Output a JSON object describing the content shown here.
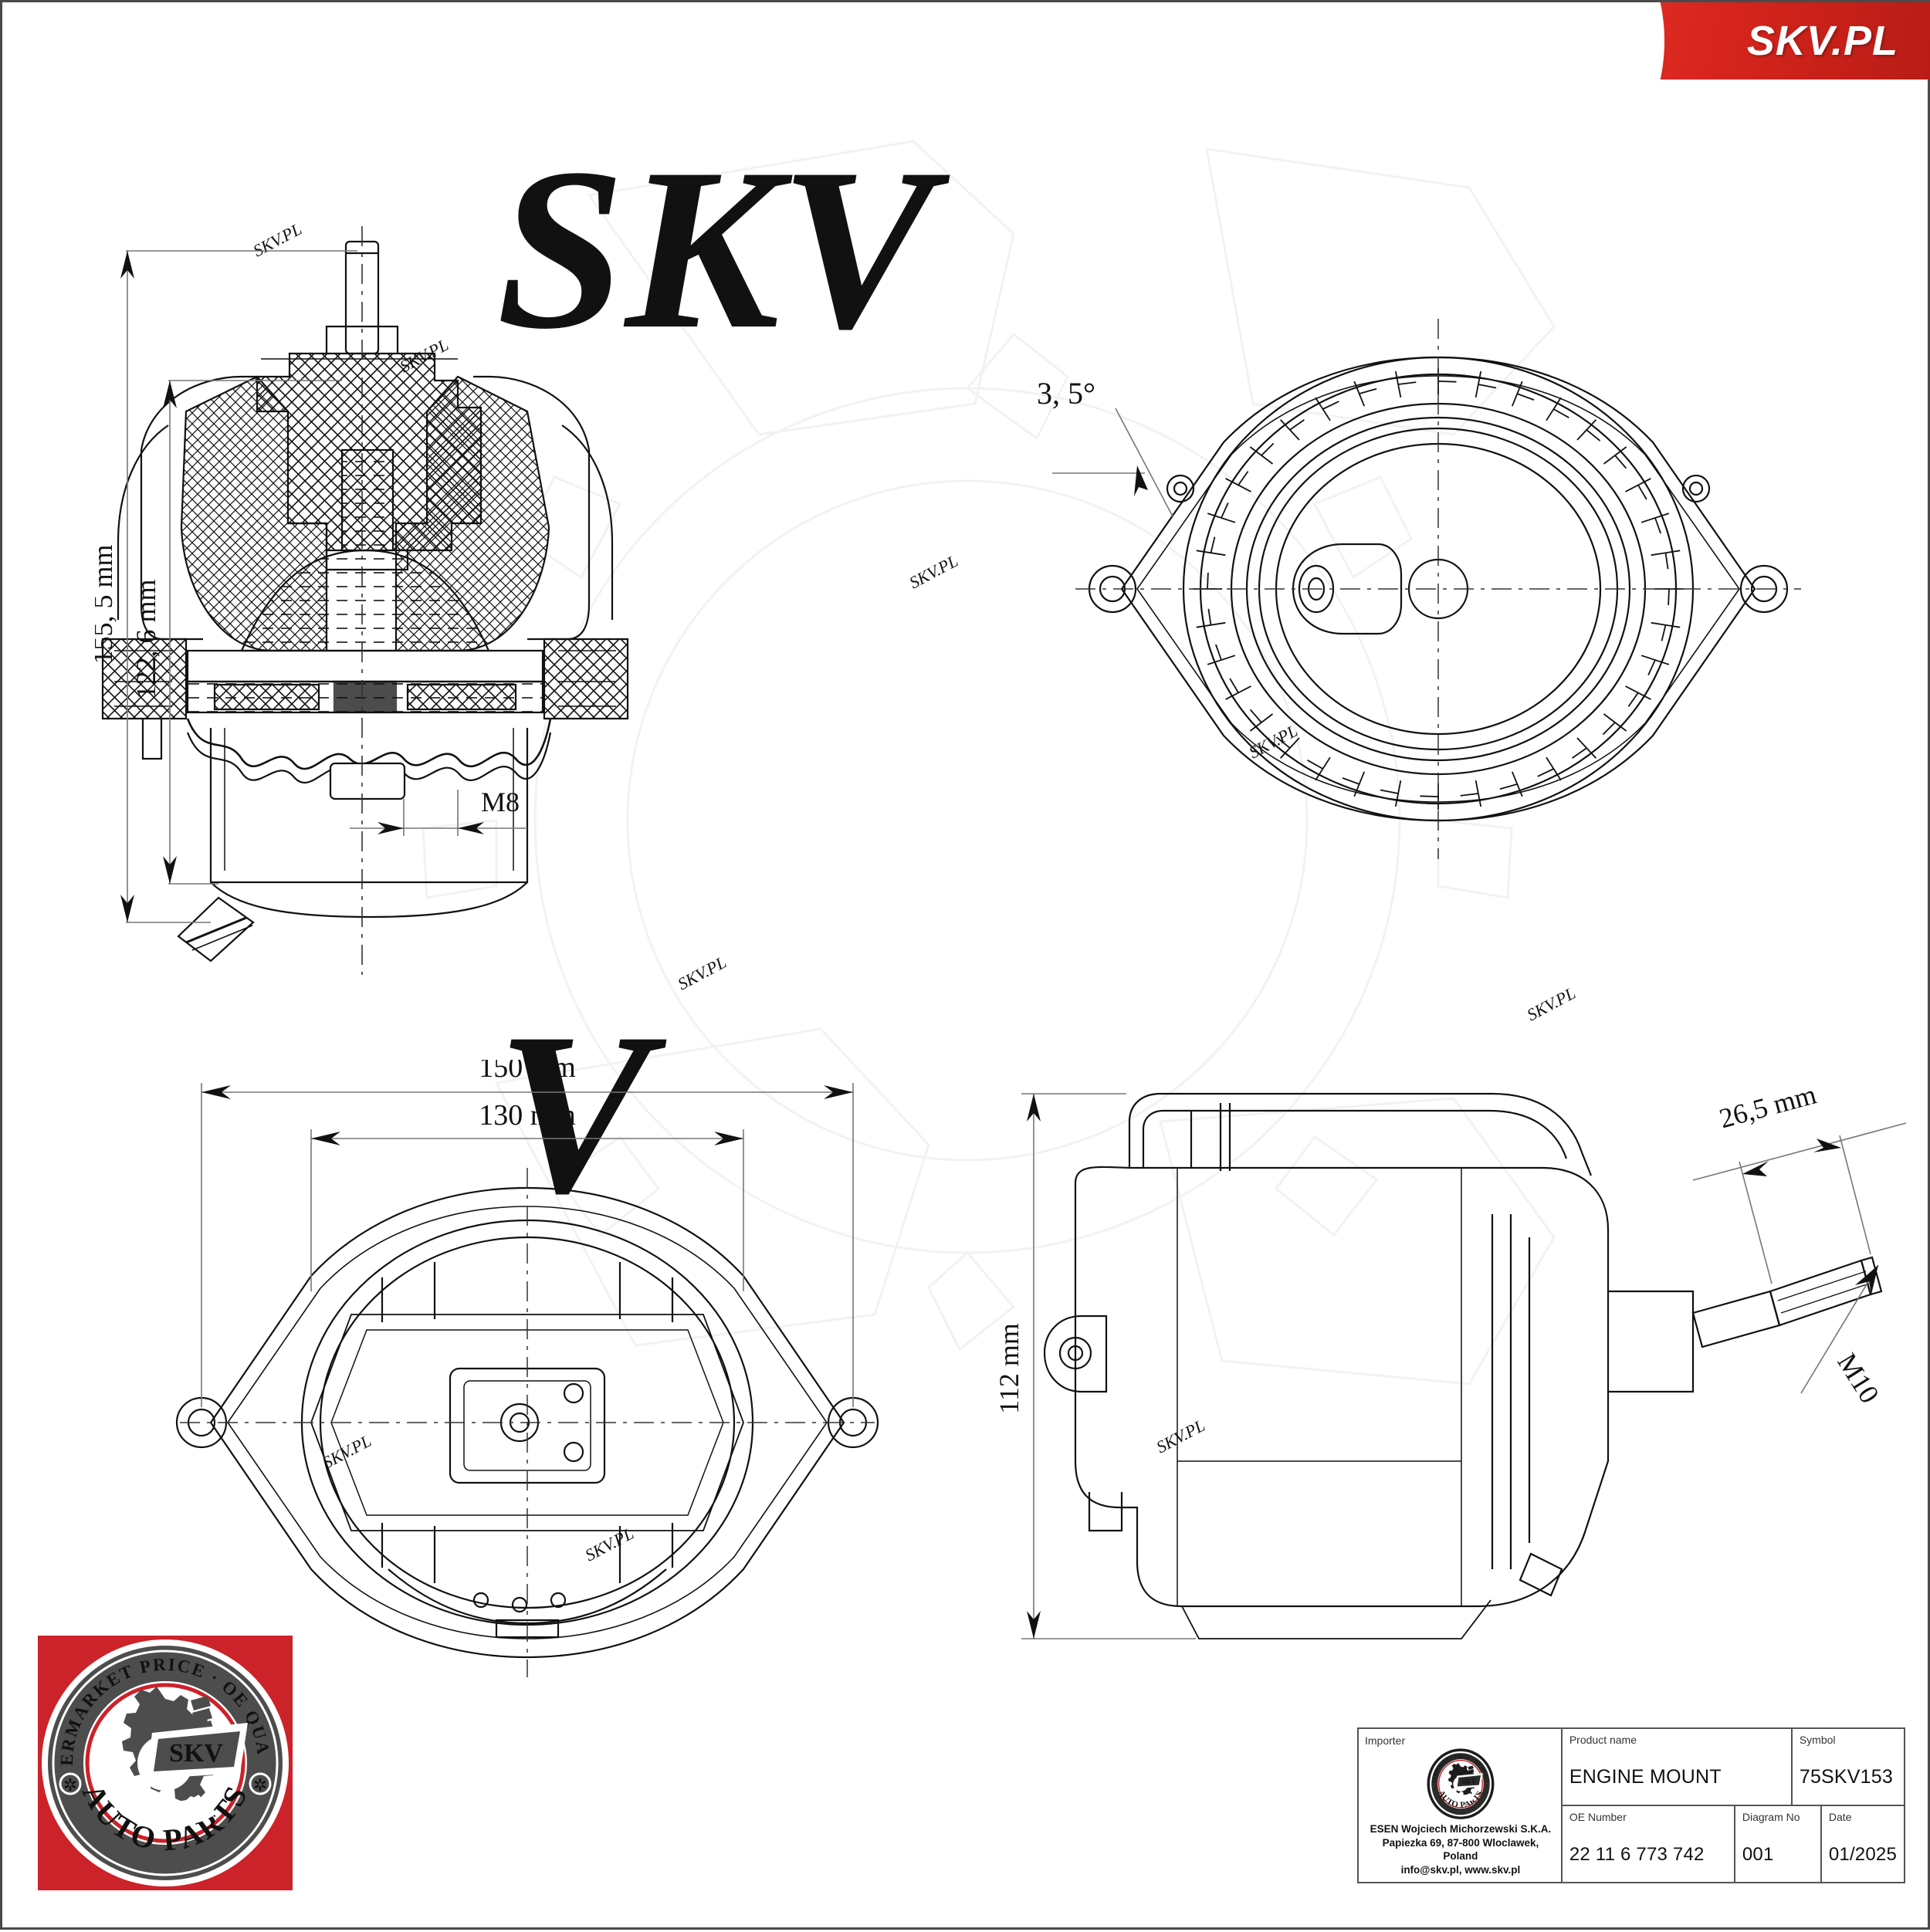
{
  "header": {
    "brand": "SKV.PL",
    "brand_color": "#d8251d"
  },
  "drawing": {
    "views": [
      {
        "name": "front-section-view",
        "position": "top-left"
      },
      {
        "name": "top-plan-view",
        "position": "top-right"
      },
      {
        "name": "bottom-plan-view",
        "position": "bottom-left"
      },
      {
        "name": "side-view",
        "position": "bottom-right"
      }
    ],
    "dimensions": {
      "overall_height": "155, 5 mm",
      "body_height": "122, 6 mm",
      "bolt_thread_lower": "M8",
      "angle": "3, 5°",
      "overall_width": "150 mm",
      "inner_width": "130 mm",
      "side_height": "112 mm",
      "stud_length": "26,5 mm",
      "stud_thread": "M10"
    }
  },
  "seal": {
    "top_arc": "AFTERMARKET PRICE · OE QUALITY",
    "bottom_arc": "AUTO PARTS",
    "center": "SKV",
    "red": "#cc2229",
    "dark": "#4d4d4d"
  },
  "title_block": {
    "importer_label": "Importer",
    "importer_lines": [
      "ESEN Wojciech Michorzewski S.K.A.",
      "Papiezka 69, 87-800 Wloclawek, Poland",
      "info@skv.pl, www.skv.pl"
    ],
    "product_name_label": "Product name",
    "product_name": "ENGINE MOUNT",
    "symbol_label": "Symbol",
    "symbol": "75SKV153",
    "oe_number_label": "OE Number",
    "oe_number": "22 11 6 773 742",
    "diagram_no_label": "Diagram No",
    "diagram_no": "001",
    "date_label": "Date",
    "date": "01/2025"
  }
}
